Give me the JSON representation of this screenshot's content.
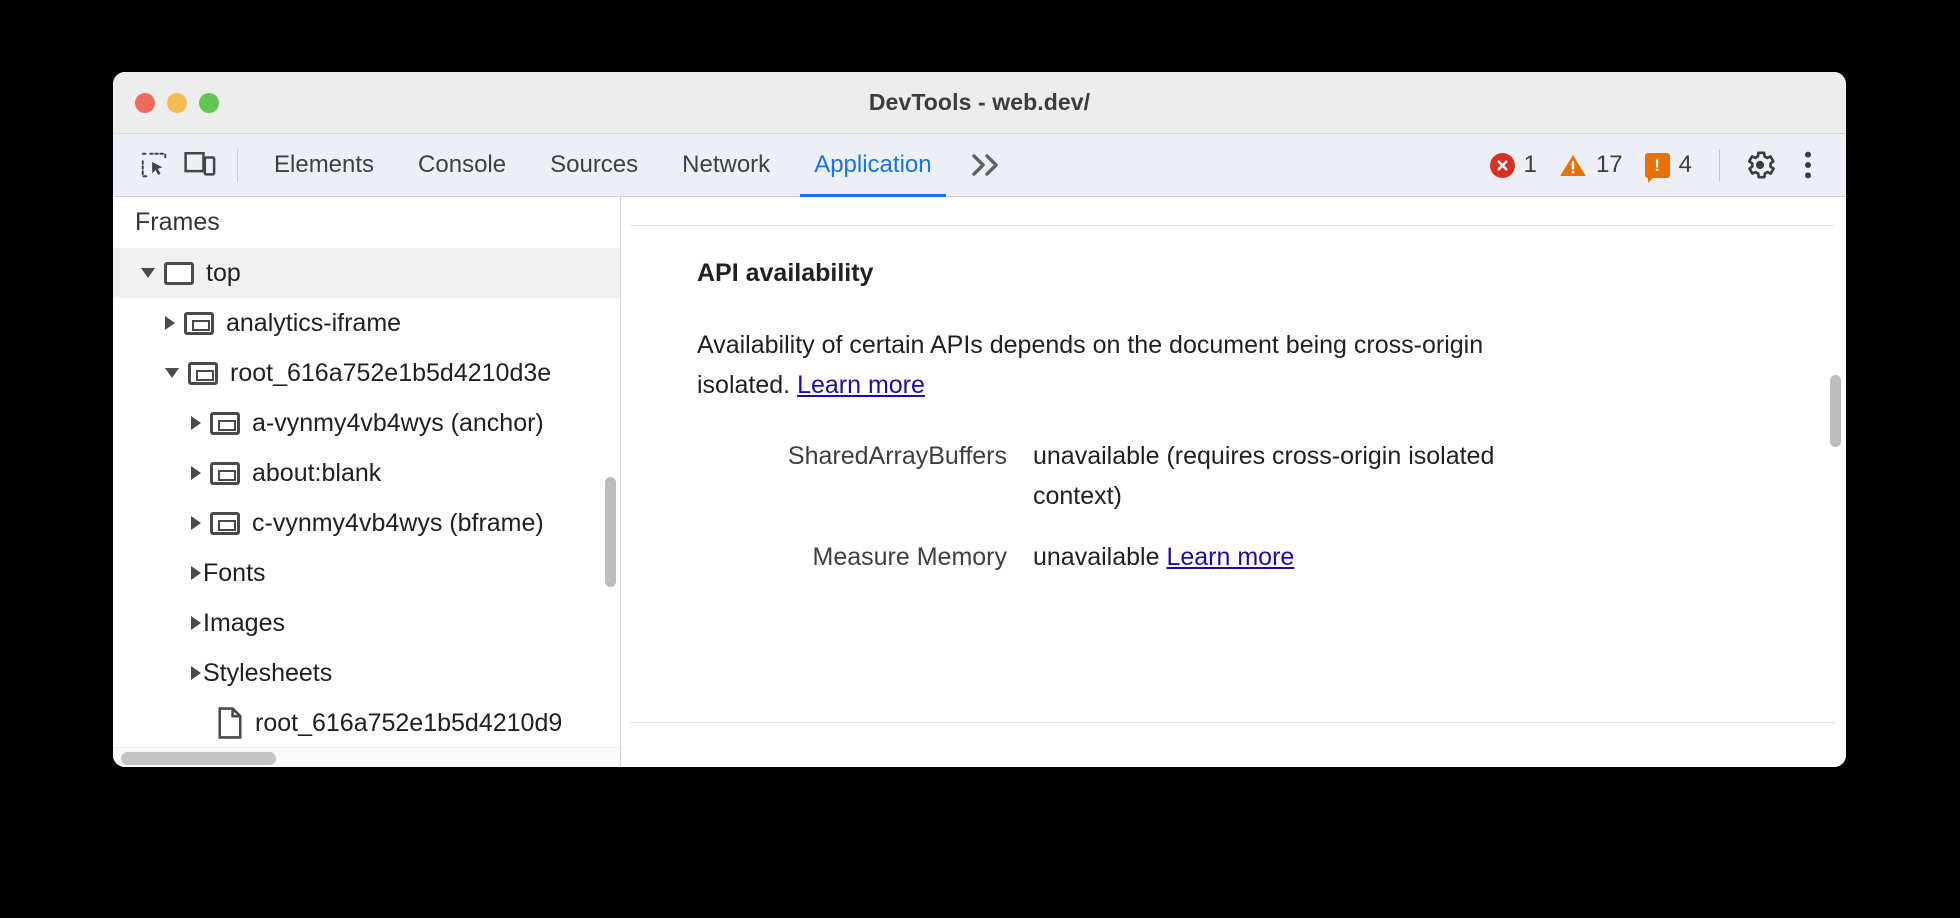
{
  "window": {
    "title": "DevTools - web.dev/",
    "traffic_lights": [
      "close",
      "minimize",
      "zoom"
    ]
  },
  "toolbar": {
    "inspect_icon": "inspect-element-icon",
    "device_toolbar_icon": "device-toolbar-icon",
    "tabs": [
      {
        "label": "Elements",
        "active": false
      },
      {
        "label": "Console",
        "active": false
      },
      {
        "label": "Sources",
        "active": false
      },
      {
        "label": "Network",
        "active": false
      },
      {
        "label": "Application",
        "active": true
      }
    ],
    "more_tabs_label": "»",
    "counters": {
      "errors": "1",
      "warnings": "17",
      "issues": "4",
      "issue_glyph": "!"
    },
    "settings_icon": "gear-icon",
    "menu_icon": "more-vertical-icon",
    "accent_color": "#1a73e8",
    "error_color": "#d93025",
    "warning_color": "#e8710a",
    "issue_color": "#e8710a"
  },
  "sidebar": {
    "header": "Frames",
    "tree": [
      {
        "label": "top",
        "state": "open",
        "icon": "frame-window-icon",
        "depth": 0,
        "selected": true
      },
      {
        "label": "analytics-iframe",
        "state": "closed",
        "icon": "frame-icon",
        "depth": 1,
        "selected": false
      },
      {
        "label": "root_616a752e1b5d4210d3e",
        "state": "open",
        "icon": "frame-icon",
        "depth": 1,
        "selected": false
      },
      {
        "label": "a-vynmy4vb4wys (anchor)",
        "state": "closed",
        "icon": "frame-icon",
        "depth": 2,
        "selected": false
      },
      {
        "label": "about:blank",
        "state": "closed",
        "icon": "frame-icon",
        "depth": 2,
        "selected": false
      },
      {
        "label": "c-vynmy4vb4wys (bframe)",
        "state": "closed",
        "icon": "frame-icon",
        "depth": 2,
        "selected": false
      },
      {
        "label": "Fonts",
        "state": "closed",
        "icon": "none",
        "depth": 1,
        "selected": false
      },
      {
        "label": "Images",
        "state": "closed",
        "icon": "none",
        "depth": 1,
        "selected": false
      },
      {
        "label": "Stylesheets",
        "state": "closed",
        "icon": "none",
        "depth": 1,
        "selected": false
      },
      {
        "label": "root_616a752e1b5d4210d9",
        "state": "none",
        "icon": "document-icon",
        "depth": 2,
        "selected": false
      }
    ]
  },
  "main": {
    "section_title": "API availability",
    "description_before": "Availability of certain APIs depends on the document being cross-origin isolated. ",
    "description_link": "Learn more",
    "api_rows": [
      {
        "name": "SharedArrayBuffers",
        "value": "unavailable",
        "note": "(requires cross-origin isolated context)",
        "link": ""
      },
      {
        "name": "Measure Memory",
        "value": "unavailable",
        "note": "",
        "link": "Learn more"
      }
    ]
  }
}
